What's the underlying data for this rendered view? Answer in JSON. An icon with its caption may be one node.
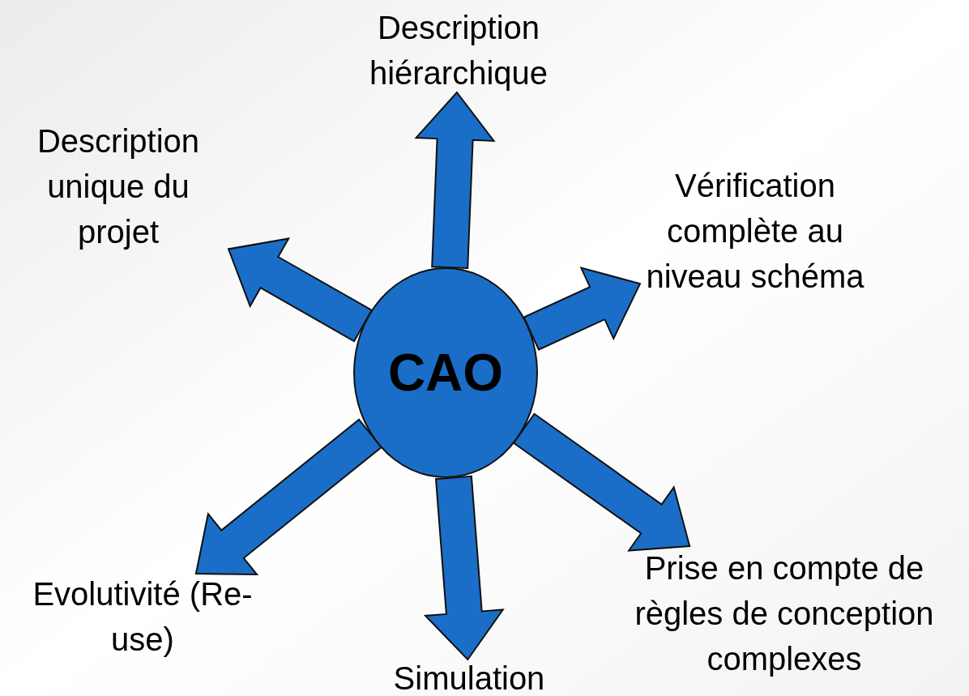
{
  "diagram": {
    "nodes": [
      {
        "text": [
          "CAO"
        ]
      },
      {
        "text": [
          "Description hiérarchique"
        ]
      },
      {
        "text": [
          "Description unique du projet"
        ]
      },
      {
        "text": [
          "Vérification complète au niveau schéma"
        ]
      },
      {
        "text": [
          "Evolutivité (Re-use)"
        ]
      },
      {
        "text": [
          "Prise en compte de règles de conception complexes"
        ]
      },
      {
        "text": [
          "Simulation"
        ]
      }
    ],
    "edges": [
      {
        "from": 0,
        "to": 1,
        "arrow": "to"
      },
      {
        "from": 0,
        "to": 2,
        "arrow": "to"
      },
      {
        "from": 0,
        "to": 3,
        "arrow": "to"
      },
      {
        "from": 0,
        "to": 4,
        "arrow": "to"
      },
      {
        "from": 0,
        "to": 5,
        "arrow": "to"
      },
      {
        "from": 0,
        "to": 6,
        "arrow": "to"
      }
    ]
  }
}
